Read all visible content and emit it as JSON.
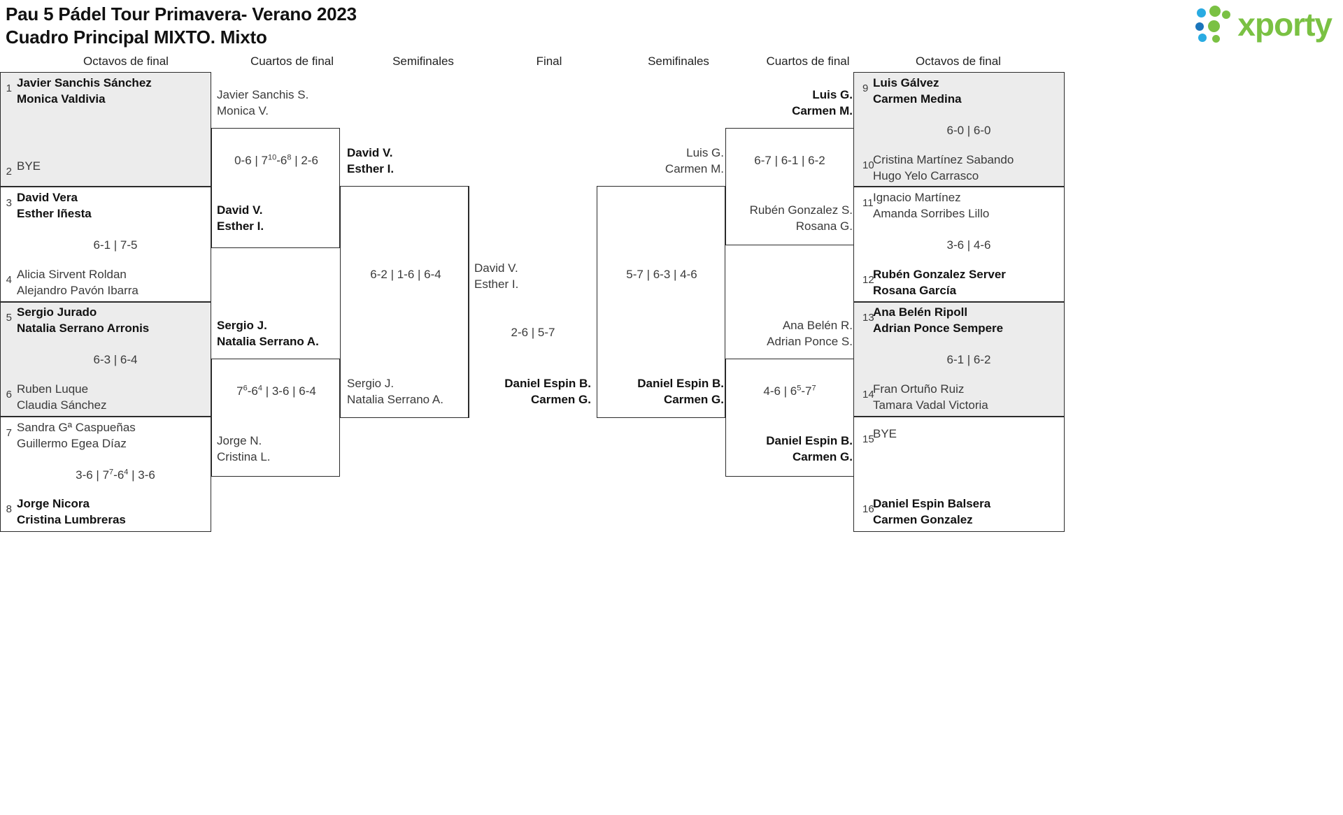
{
  "header": {
    "title_line1": "Pau 5 Pádel Tour Primavera- Verano 2023",
    "title_line2": "Cuadro Principal MIXTO. Mixto",
    "logo_text": "xporty",
    "logo_colors": {
      "green": "#7ac143",
      "blue": "#29abe2",
      "dark_blue": "#1b75bb"
    }
  },
  "rounds": {
    "octavos_left": "Octavos de final",
    "cuartos_left": "Cuartos de final",
    "semis_left": "Semifinales",
    "final": "Final",
    "semis_right": "Semifinales",
    "cuartos_right": "Cuartos de final",
    "octavos_right": "Octavos de final"
  },
  "chart_data": {
    "type": "bracket",
    "title": "Pau 5 Pádel Tour Primavera- Verano 2023 — Cuadro Principal MIXTO. Mixto",
    "draw_size": 16
  },
  "left": {
    "r16": [
      {
        "seed": "1",
        "p1": "Javier Sanchis Sánchez",
        "p2": "Monica Valdivia",
        "winner": true,
        "shaded": true
      },
      {
        "seed": "2",
        "p1": "BYE",
        "p2": "",
        "winner": false,
        "shaded": true
      },
      {
        "seed": "3",
        "p1": "David Vera",
        "p2": "Esther Iñesta",
        "winner": true,
        "shaded": false
      },
      {
        "seed": "4",
        "p1": "Alicia Sirvent Roldan",
        "p2": "Alejandro Pavón Ibarra",
        "winner": false,
        "shaded": false
      },
      {
        "seed": "5",
        "p1": "Sergio Jurado",
        "p2": "Natalia Serrano Arronis",
        "winner": true,
        "shaded": true
      },
      {
        "seed": "6",
        "p1": "Ruben Luque",
        "p2": "Claudia Sánchez",
        "winner": false,
        "shaded": true
      },
      {
        "seed": "7",
        "p1": "Sandra Gª Caspueñas",
        "p2": "Guillermo Egea Díaz",
        "winner": false,
        "shaded": false
      },
      {
        "seed": "8",
        "p1": "Jorge Nicora",
        "p2": "Cristina Lumbreras",
        "winner": true,
        "shaded": false
      }
    ],
    "r16_scores": [
      {
        "html": ""
      },
      {
        "html": "6-1 | 7-5"
      },
      {
        "html": "6-3 | 6-4"
      },
      {
        "html": "3-6 | 7<sup>7</sup>-6<sup>4</sup> | 3-6"
      }
    ],
    "qf": [
      {
        "p1": "Javier Sanchis S.",
        "p2": "Monica V.",
        "winner": false
      },
      {
        "p1": "David V.",
        "p2": "Esther I.",
        "winner": true
      },
      {
        "p1": "Sergio J.",
        "p2": "Natalia Serrano A.",
        "winner": true
      },
      {
        "p1": "Jorge N.",
        "p2": "Cristina L.",
        "winner": false
      }
    ],
    "qf_scores": [
      {
        "html": "0-6 | 7<sup>10</sup>-6<sup>8</sup> | 2-6"
      },
      {
        "html": "7<sup>6</sup>-6<sup>4</sup> | 3-6 | 6-4"
      }
    ],
    "sf": [
      {
        "p1": "David V.",
        "p2": "Esther I.",
        "winner": true
      },
      {
        "p1": "Sergio J.",
        "p2": "Natalia Serrano A.",
        "winner": false
      }
    ],
    "sf_scores": [
      {
        "html": "6-2 | 1-6 | 6-4"
      }
    ]
  },
  "final": {
    "top": {
      "p1": "David V.",
      "p2": "Esther I.",
      "winner": false
    },
    "bottom": {
      "p1": "Daniel Espin B.",
      "p2": "Carmen G.",
      "winner": true
    },
    "score": {
      "html": "2-6 | 5-7"
    }
  },
  "right": {
    "sf": [
      {
        "p1": "Luis G.",
        "p2": "Carmen M.",
        "winner": false
      },
      {
        "p1": "Daniel Espin B.",
        "p2": "Carmen G.",
        "winner": true
      }
    ],
    "sf_scores": [
      {
        "html": "5-7 | 6-3 | 4-6"
      }
    ],
    "qf": [
      {
        "p1": "Luis G.",
        "p2": "Carmen M.",
        "winner": true
      },
      {
        "p1": "Rubén Gonzalez S.",
        "p2": "Rosana G.",
        "winner": false
      },
      {
        "p1": "Ana Belén R.",
        "p2": "Adrian Ponce S.",
        "winner": false
      },
      {
        "p1": "Daniel Espin B.",
        "p2": "Carmen G.",
        "winner": true
      }
    ],
    "qf_scores": [
      {
        "html": "6-7 | 6-1 | 6-2"
      },
      {
        "html": "4-6 | 6<sup>5</sup>-7<sup>7</sup>"
      }
    ],
    "r16": [
      {
        "seed": "9",
        "p1": "Luis Gálvez",
        "p2": "Carmen Medina",
        "winner": true,
        "shaded": true
      },
      {
        "seed": "10",
        "p1": "Cristina Martínez Sabando",
        "p2": "Hugo Yelo Carrasco",
        "winner": false,
        "shaded": true
      },
      {
        "seed": "11",
        "p1": "Ignacio Martínez",
        "p2": "Amanda Sorribes Lillo",
        "winner": false,
        "shaded": false
      },
      {
        "seed": "12",
        "p1": "Rubén Gonzalez Server",
        "p2": "Rosana García",
        "winner": true,
        "shaded": false
      },
      {
        "seed": "13",
        "p1": "Ana Belén Ripoll",
        "p2": "Adrian Ponce Sempere",
        "winner": true,
        "shaded": true
      },
      {
        "seed": "14",
        "p1": "Fran Ortuño Ruiz",
        "p2": "Tamara Vadal Victoria",
        "winner": false,
        "shaded": true
      },
      {
        "seed": "15",
        "p1": "BYE",
        "p2": "",
        "winner": false,
        "shaded": false
      },
      {
        "seed": "16",
        "p1": "Daniel Espin Balsera",
        "p2": "Carmen Gonzalez",
        "winner": true,
        "shaded": false
      }
    ],
    "r16_scores": [
      {
        "html": "6-0 | 6-0"
      },
      {
        "html": "3-6 | 4-6"
      },
      {
        "html": "6-1 | 6-2"
      },
      {
        "html": ""
      }
    ]
  }
}
